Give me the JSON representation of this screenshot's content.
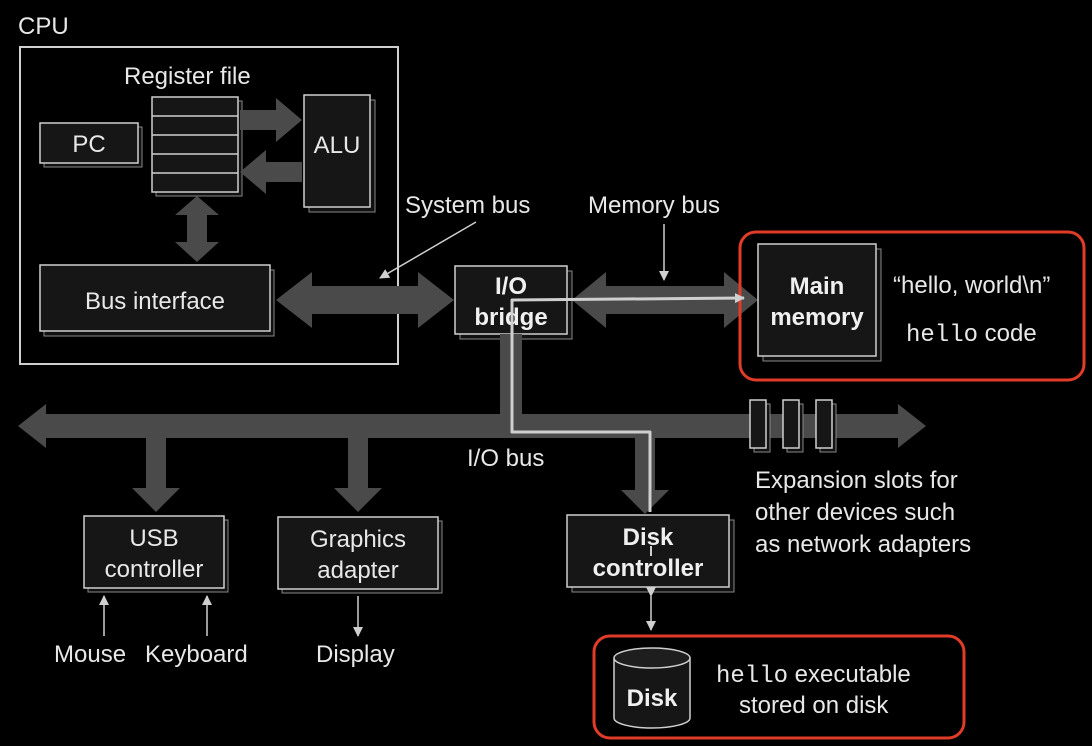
{
  "cpu": {
    "label": "CPU",
    "register_file": "Register file",
    "pc": "PC",
    "alu": "ALU",
    "bus_interface": "Bus interface"
  },
  "buses": {
    "system_bus": "System bus",
    "memory_bus": "Memory bus",
    "io_bus": "I/O bus"
  },
  "io_bridge": {
    "line1": "I/O",
    "line2": "bridge"
  },
  "main_memory": {
    "line1": "Main",
    "line2": "memory",
    "string_content": "“hello, world\\n”",
    "code_mono": "hello",
    "code_suffix": " code"
  },
  "devices": {
    "usb_line1": "USB",
    "usb_line2": "controller",
    "graphics_line1": "Graphics",
    "graphics_line2": "adapter",
    "disk_ctrl_line1": "Disk",
    "disk_ctrl_line2": "controller",
    "mouse": "Mouse",
    "keyboard": "Keyboard",
    "display": "Display",
    "disk": "Disk"
  },
  "expansion": {
    "line1": "Expansion slots for",
    "line2": "other devices such",
    "line3": "as network adapters"
  },
  "disk_note": {
    "mono": "hello",
    "suffix": " executable",
    "line2": "stored on disk"
  },
  "colors": {
    "background": "#000000",
    "highlight": "#e03c28",
    "bus": "#4a4a4a",
    "box_fill": "#161616",
    "path_line": "#cfcfcf"
  }
}
